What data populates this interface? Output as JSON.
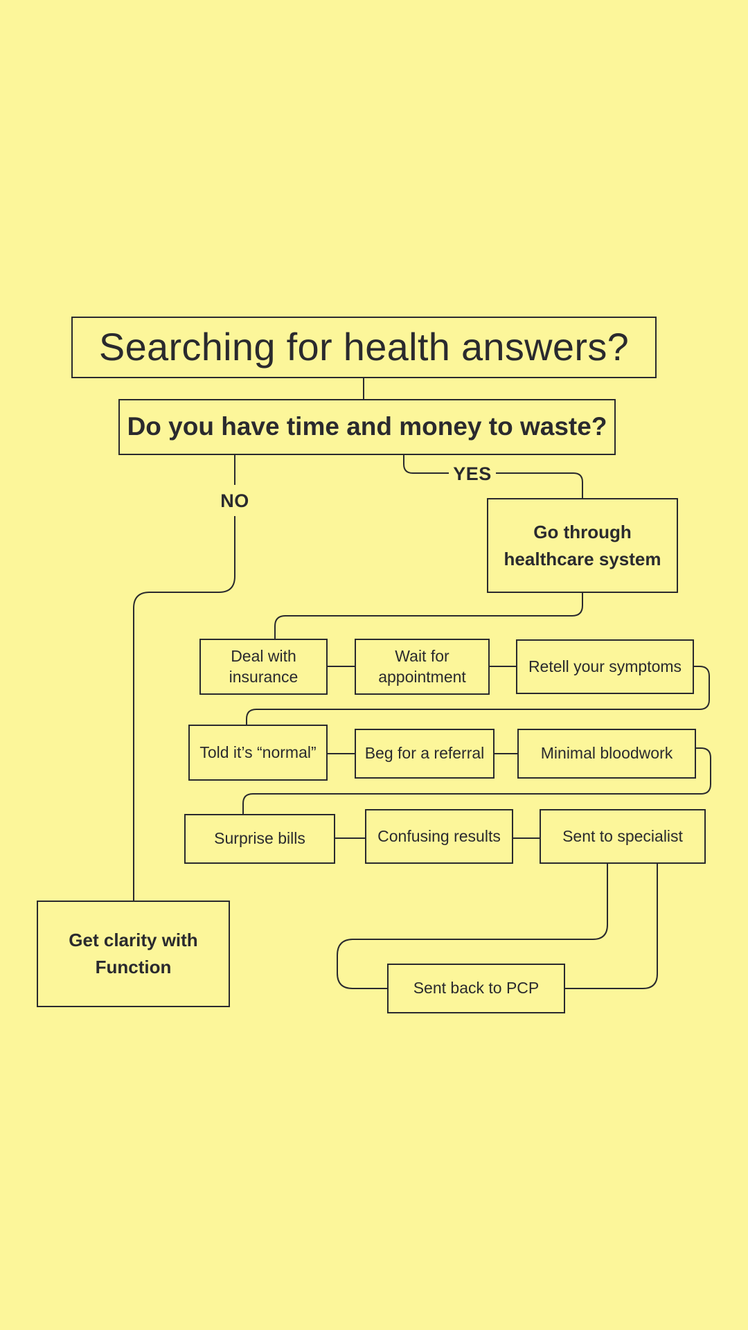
{
  "colors": {
    "background": "#FCF69A",
    "ink": "#2A2A2E"
  },
  "title": "Searching for health answers?",
  "question": "Do you have time and money to waste?",
  "branches": {
    "yes": "YES",
    "no": "NO"
  },
  "outcomes": {
    "healthcare": "Go through healthcare system",
    "function": "Get clarity with Function"
  },
  "steps": {
    "row1": [
      "Deal with insurance",
      "Wait for appointment",
      "Retell your symptoms"
    ],
    "row2": [
      "Told it’s “normal”",
      "Beg for a referral",
      "Minimal bloodwork"
    ],
    "row3": [
      "Surprise bills",
      "Confusing results",
      "Sent to specialist"
    ],
    "loop": "Sent back to PCP"
  }
}
